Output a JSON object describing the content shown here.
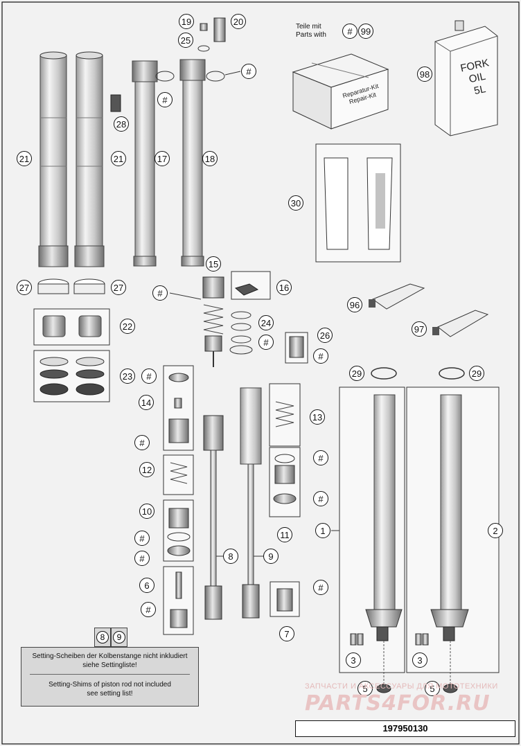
{
  "callouts": {
    "c19": "19",
    "c20": "20",
    "c25": "25",
    "c21a": "21",
    "c21b": "21",
    "c28": "28",
    "c17": "17",
    "c18": "18",
    "c17hash": "#",
    "c18hash": "#",
    "kit_hash": "#",
    "c99": "99",
    "c98": "98",
    "c30": "30",
    "c27a": "27",
    "c27b": "27",
    "c15": "15",
    "c15hash": "#",
    "c16": "16",
    "c22": "22",
    "c24": "24",
    "c24hash": "#",
    "c26": "26",
    "c26hash": "#",
    "c96": "96",
    "c97": "97",
    "c23": "23",
    "c14hash1": "#",
    "c14": "14",
    "c14hash2": "#",
    "c29a": "29",
    "c29b": "29",
    "c13": "13",
    "c12": "12",
    "c11hash1": "#",
    "c11hash2": "#",
    "c11": "11",
    "c10": "10",
    "c10hash1": "#",
    "c10hash2": "#",
    "c8": "8",
    "c9": "9",
    "c1": "1",
    "c2": "2",
    "c6": "6",
    "c6hash": "#",
    "c7hash": "#",
    "c7": "7",
    "c3a": "3",
    "c3b": "3",
    "c5a": "5",
    "c5b": "5"
  },
  "kit_text": {
    "line1": "Teile mit",
    "line2": "Parts with"
  },
  "kit_box_label": {
    "line1": "Reparatur-Kit",
    "line2": "Repair-Kit"
  },
  "oil_can": {
    "line1": "FORK",
    "line2": "OIL",
    "line3": "5L"
  },
  "note": {
    "ref1": "8",
    "ref2": "9",
    "de_line1": "Setting-Scheiben der Kolbenstange nicht inkludiert",
    "de_line2": "siehe Settingliste!",
    "en_line1": "Setting-Shims of piston rod not included",
    "en_line2": "see setting list!"
  },
  "figure_number": "197950130",
  "watermark": {
    "tagline": "ЗАПЧАСТИ И АКСЕССУАРЫ ДЛЯ МОТОТЕХНИКИ",
    "logo": "PARTS4FOR.RU"
  }
}
